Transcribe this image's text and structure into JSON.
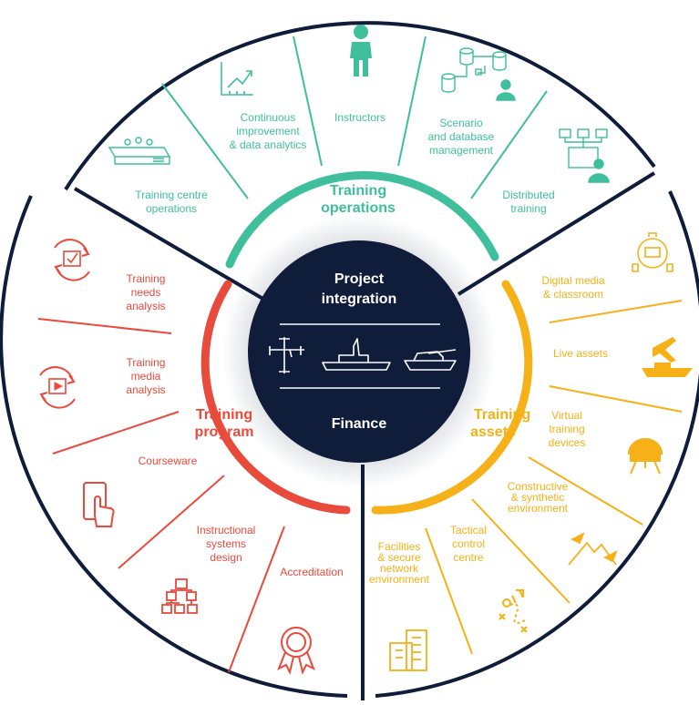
{
  "colors": {
    "operations": "#3fbf9b",
    "program": "#e84a3c",
    "assets": "#f5b117",
    "core": "#0f1d3b",
    "rim": "#0f1d3b",
    "white": "#ffffff"
  },
  "core": {
    "top": [
      "Project",
      "integration"
    ],
    "bottom": "Finance",
    "icons": [
      "aircraft-icon",
      "ship-icon",
      "tank-icon"
    ]
  },
  "operations": {
    "heading": [
      "Training",
      "operations"
    ],
    "items": [
      {
        "lines": [
          "Training centre",
          "operations"
        ],
        "icon": "training-centre-icon"
      },
      {
        "lines": [
          "Continuous",
          "improvement",
          "& data analytics"
        ],
        "icon": "analytics-chart-icon"
      },
      {
        "lines": [
          "Instructors"
        ],
        "icon": "instructor-person-icon"
      },
      {
        "lines": [
          "Scenario",
          "and database",
          "management"
        ],
        "icon": "database-user-icon"
      },
      {
        "lines": [
          "Distributed",
          "training"
        ],
        "icon": "network-operator-icon"
      }
    ]
  },
  "program": {
    "heading": [
      "Training",
      "program"
    ],
    "items": [
      {
        "lines": [
          "Training",
          "needs",
          "analysis"
        ],
        "icon": "checklist-cycle-icon"
      },
      {
        "lines": [
          "Training",
          "media",
          "analysis"
        ],
        "icon": "media-cycle-icon"
      },
      {
        "lines": [
          "Courseware"
        ],
        "icon": "tablet-touch-icon"
      },
      {
        "lines": [
          "Instructional",
          "systems",
          "design"
        ],
        "icon": "hierarchy-icon"
      },
      {
        "lines": [
          "Accreditation"
        ],
        "icon": "award-rosette-icon"
      }
    ]
  },
  "assets": {
    "heading": [
      "Training",
      "assets"
    ],
    "items": [
      {
        "lines": [
          "Digital media",
          "& classroom"
        ],
        "icon": "classroom-devices-icon"
      },
      {
        "lines": [
          "Live assets"
        ],
        "icon": "jet-ship-icon"
      },
      {
        "lines": [
          "Virtual",
          "training",
          "devices"
        ],
        "icon": "vr-helmet-icon"
      },
      {
        "lines": [
          "Constructive",
          "& synthetic",
          "environment"
        ],
        "icon": "mountain-aircraft-icon"
      },
      {
        "lines": [
          "Tactical",
          "control",
          "centre"
        ],
        "icon": "tactics-play-icon"
      },
      {
        "lines": [
          "Facilities",
          "& secure",
          "network",
          "environment"
        ],
        "icon": "building-icon"
      }
    ]
  }
}
